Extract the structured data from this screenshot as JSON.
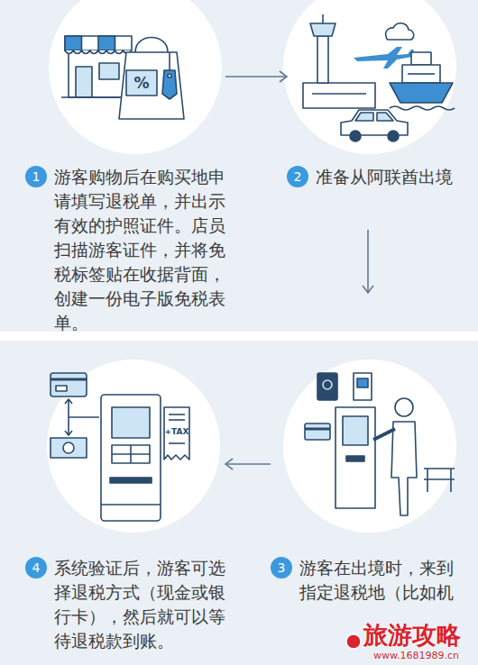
{
  "diagram": {
    "nodes": [
      {
        "text": [
          "1",
          "游客购物后在购买地申请填写退税单，并出示有效的护照证件。店员扫描游客证件，并将免税标签贴在收据背面，创建一份电子版免税表单。"
        ]
      },
      {
        "text": [
          "2",
          "准备从阿联酋出境"
        ]
      },
      {
        "text": [
          "3",
          "游客在出境时，来到指定退税地（比如机"
        ]
      },
      {
        "text": [
          "4",
          "系统验证后，游客可选择退税方式（现金或银行卡），然后就可以等待退税款到账。"
        ]
      }
    ],
    "edges": [
      {
        "from": 0,
        "to": 1,
        "arrow": "to"
      },
      {
        "from": 1,
        "to": 2,
        "arrow": "to"
      },
      {
        "from": 2,
        "to": 3,
        "arrow": "to"
      }
    ],
    "labels": [
      "%",
      "+TAX",
      "旅游攻略",
      "www.1681989.cn"
    ]
  }
}
